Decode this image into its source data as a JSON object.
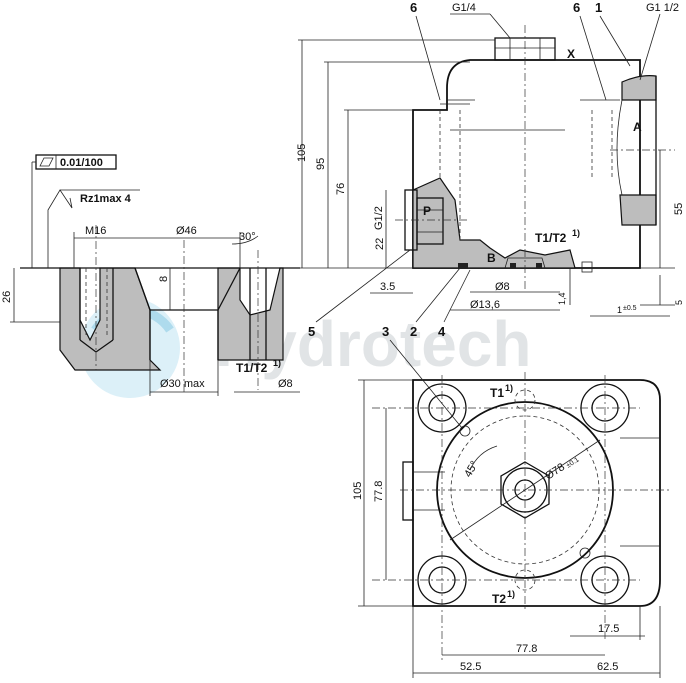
{
  "labels": {
    "port_p": "P",
    "port_a": "A",
    "port_b": "B",
    "port_x": "X",
    "t1t2": "T1/T2",
    "t1": "T1",
    "t2": "T2",
    "sup1": "1)",
    "g14": "G1/4",
    "g112": "G1 1/2",
    "g12": "G1/2",
    "m16": "M16",
    "rz": "Rz1max 4",
    "flat": "0.01/100",
    "watermark": "Hydrotech"
  },
  "callouts": [
    "1",
    "2",
    "3",
    "4",
    "5",
    "6",
    "6"
  ],
  "dims": {
    "d105": "105",
    "d95": "95",
    "d76": "76",
    "d22": "22",
    "d55": "55",
    "d5": "5",
    "d35": "3.5",
    "d14": "1,4",
    "d1": "1",
    "tol05": "±0.5",
    "d8": "Ø8",
    "d136": "Ø13,6",
    "d46": "Ø46",
    "d30deg": "30°",
    "d8v": "8",
    "d26": "26",
    "d30max": "Ø30 max",
    "d105b": "105",
    "d778": "77.8",
    "d778h": "77.8",
    "d525": "52.5",
    "d625": "62.5",
    "d175": "17.5",
    "d78": "Ø78",
    "d78tol": "±0.1",
    "d45": "45°"
  }
}
